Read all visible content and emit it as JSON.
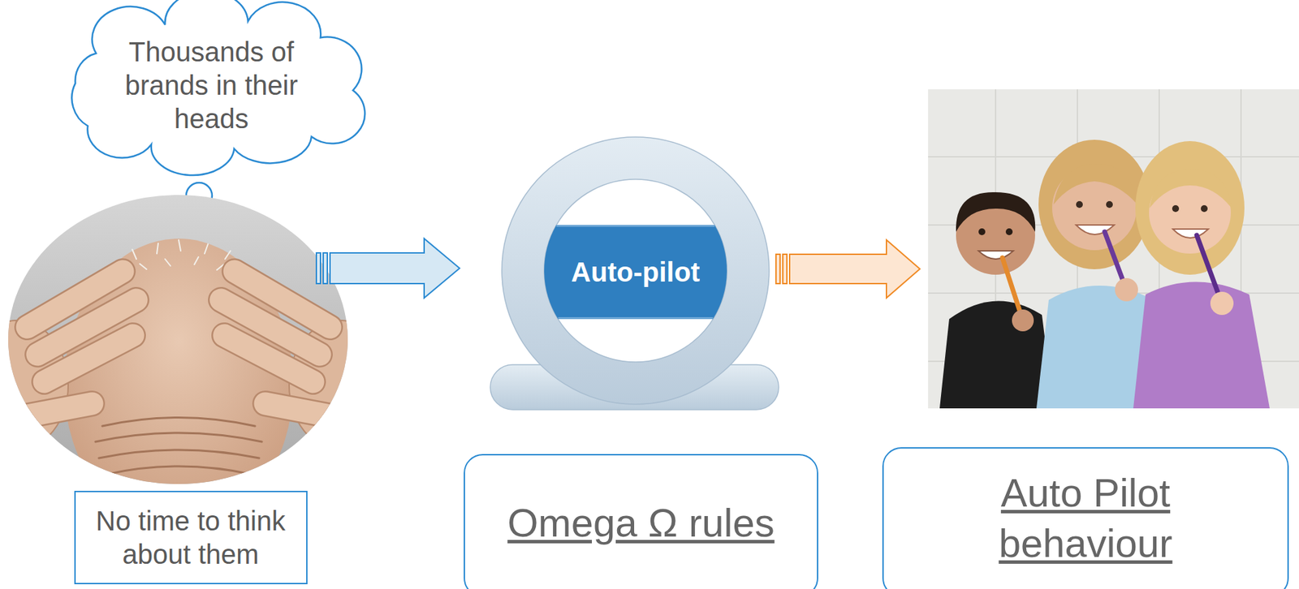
{
  "diagram": {
    "nodes": [
      {
        "text": [
          "Thousands of brands in their heads"
        ]
      },
      {
        "text": [
          "No time to think about them"
        ]
      },
      {
        "text": [
          "Auto-pilot"
        ]
      },
      {
        "text": [
          "Omega Ω rules"
        ]
      },
      {
        "text": [
          "Auto Pilot behaviour"
        ]
      }
    ]
  }
}
